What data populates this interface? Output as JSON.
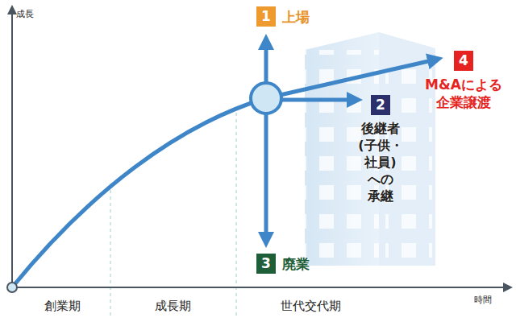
{
  "diagram": {
    "nodes": [
      {
        "text": [
          "1",
          "上場"
        ]
      },
      {
        "text": [
          "4",
          "M&Aによる 企業譲渡"
        ]
      },
      {
        "text": [
          "2",
          "後継者(子供・社員)への 承継"
        ]
      },
      {
        "text": [
          "3",
          "廃業"
        ]
      }
    ],
    "labels": [
      "成長",
      "時間",
      "創業期",
      "成長期",
      "世代交代期"
    ]
  }
}
